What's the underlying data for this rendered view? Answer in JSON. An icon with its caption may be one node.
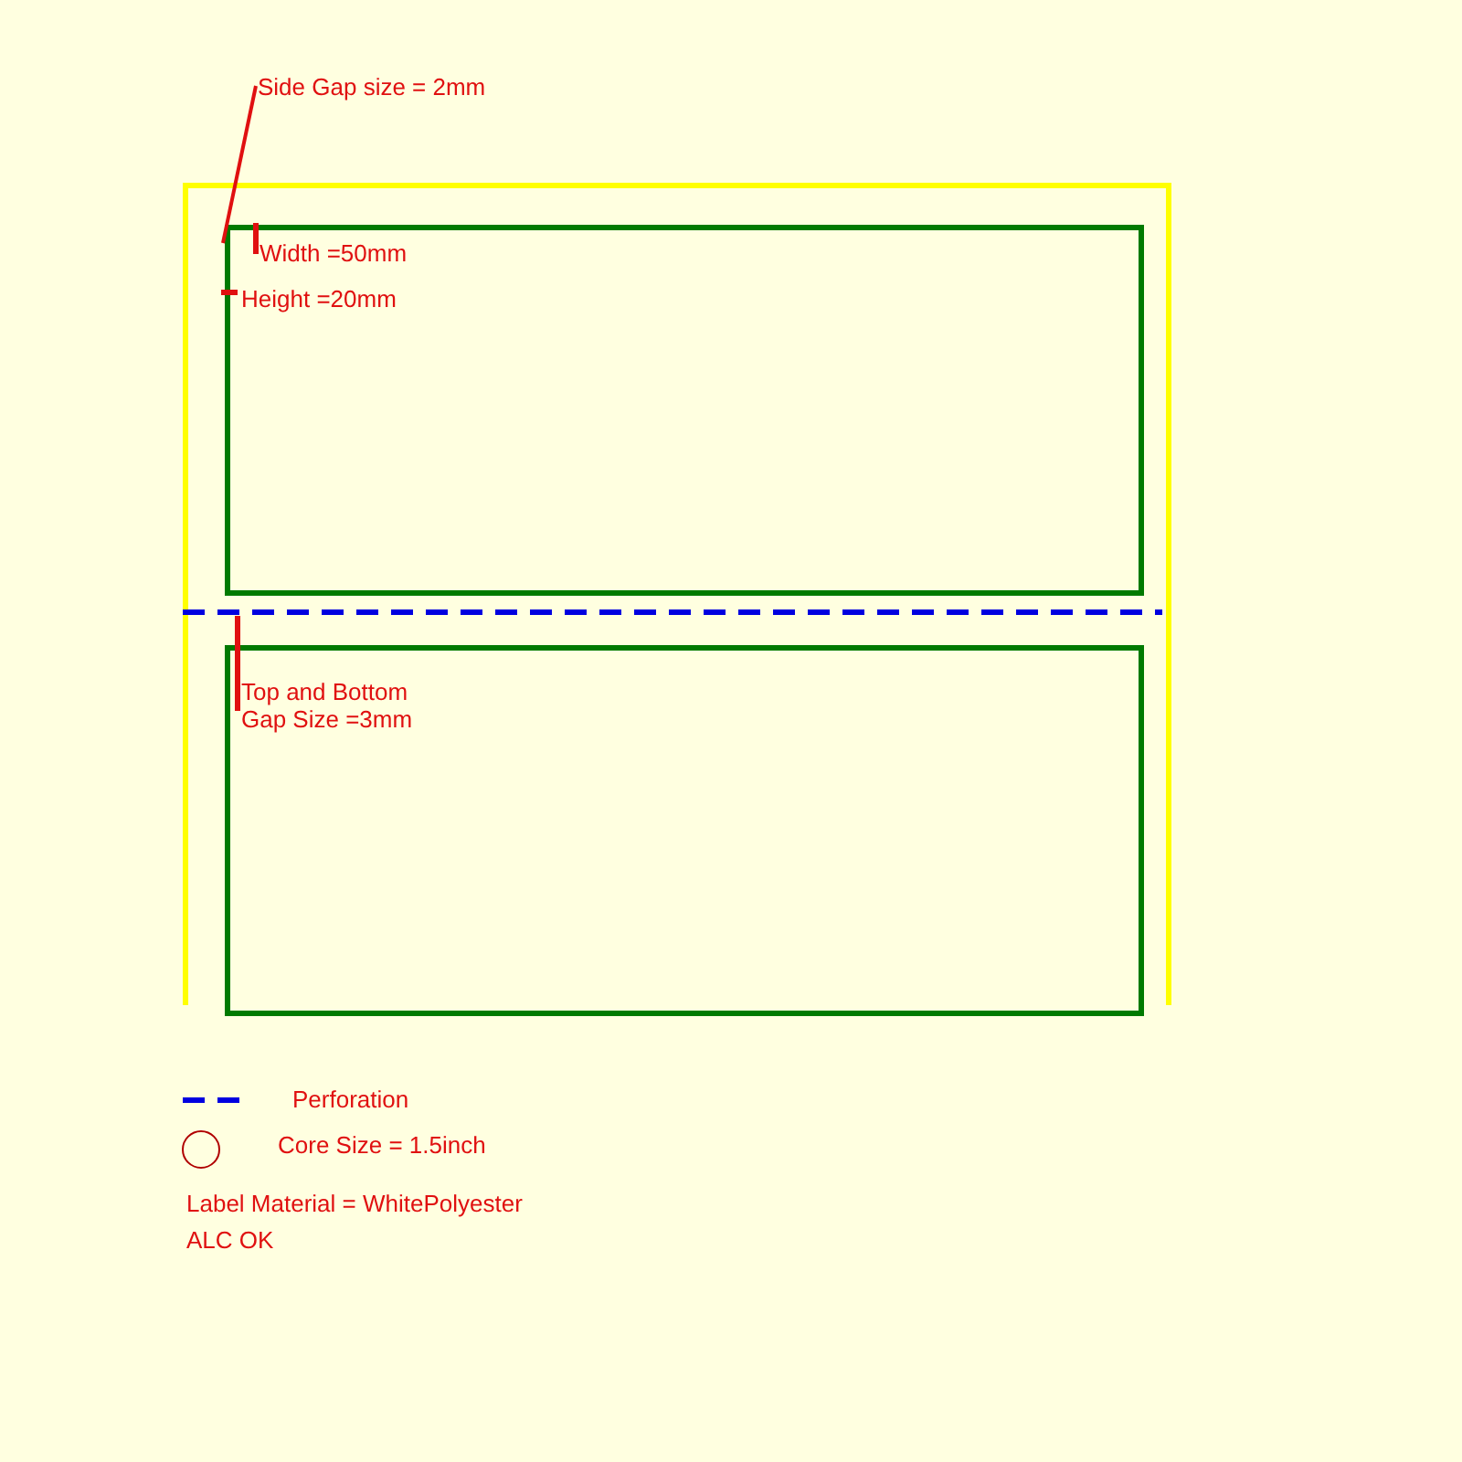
{
  "diagram": {
    "nodes": [
      {
        "text": [],
        "shape": "box"
      },
      {
        "text": [],
        "shape": "box",
        "in": 0
      },
      {
        "text": [],
        "shape": "box",
        "in": 0
      },
      {
        "text": [
          "Side Gap size = 2mm"
        ]
      }
    ],
    "edges": [
      {
        "from": 3,
        "to": 1,
        "arrow": "none"
      }
    ],
    "labels": [
      "Width =50mm",
      "Height =20mm",
      "Top and Bottom Gap Size =3mm",
      "Label Material = WhitePolyester",
      "ALC OK"
    ],
    "legend": [
      {
        "text": "Perforation"
      },
      {
        "text": "Core Size = 1.5inch"
      }
    ]
  }
}
